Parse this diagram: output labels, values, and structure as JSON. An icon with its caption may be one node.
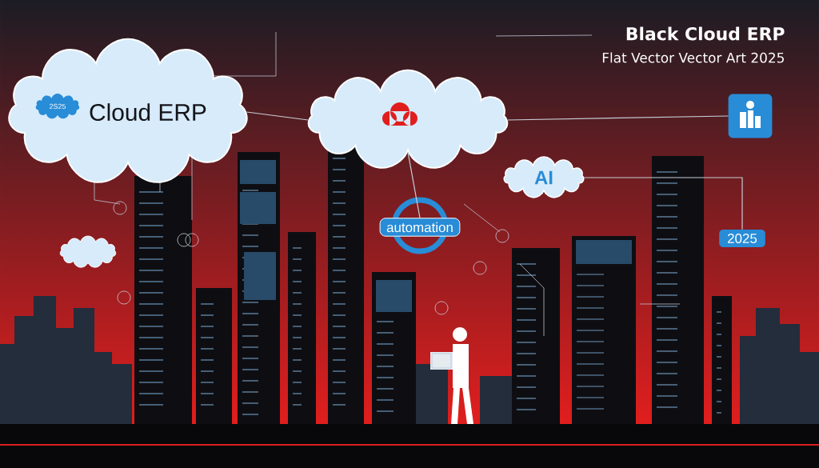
{
  "diagram": {
    "title": "Black Cloud ERP",
    "nodes": [
      {
        "text": [
          "Cloud ERP"
        ]
      },
      {
        "text": [
          "2S25"
        ],
        "in": 0
      },
      {
        "text": [],
        "shape": "cloud"
      },
      {
        "text": [
          "AI"
        ]
      },
      {
        "text": [
          "automation"
        ]
      },
      {
        "text": [
          "2025"
        ]
      },
      {
        "text": [],
        "shape": "box"
      },
      {
        "text": [],
        "shape": "cloud"
      }
    ],
    "edges": [
      {
        "from": 0,
        "to": 2,
        "arrow": "none"
      },
      {
        "from": 2,
        "to": 4,
        "arrow": "none"
      },
      {
        "from": 2,
        "to": 6,
        "arrow": "none"
      },
      {
        "from": 3,
        "to": 5,
        "arrow": "none"
      }
    ],
    "labels": [
      "Flat Vector Vector Art 2025"
    ]
  }
}
